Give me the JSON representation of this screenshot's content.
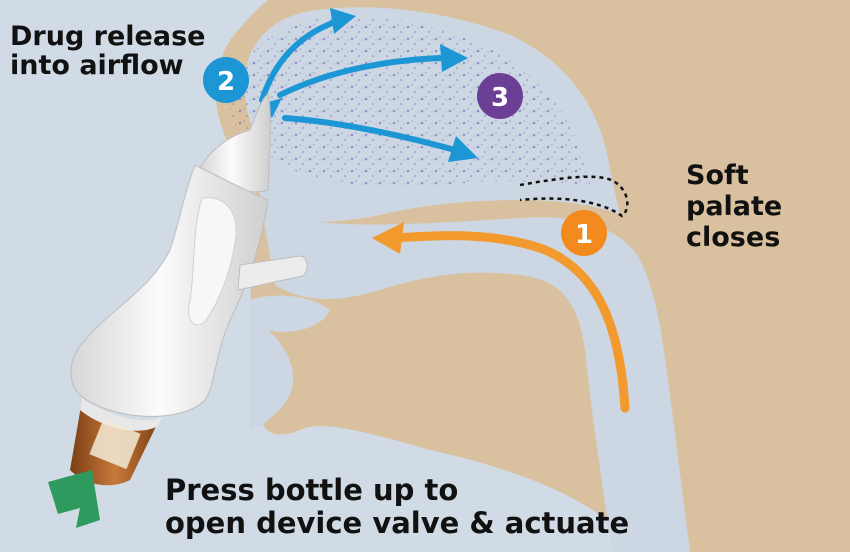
{
  "labels": {
    "drug_release": [
      "Drug release",
      "into airflow"
    ],
    "soft_palate": [
      "Soft",
      "palate",
      "closes"
    ],
    "press_bottle": [
      "Press bottle up to",
      "open device valve & actuate"
    ]
  },
  "steps": [
    {
      "number": "1",
      "color": "#f28a1e"
    },
    {
      "number": "2",
      "color": "#1c96d4"
    },
    {
      "number": "3",
      "color": "#6b3f96"
    }
  ],
  "colors": {
    "background": "#d0dbe5",
    "tissue": "#d9c1a0",
    "airway": "#ccd7e3",
    "airflow_arrow": "#f39a2e",
    "spray_arrow": "#1c96d4",
    "press_arrow": "#2e9a5e",
    "device": "#f2f2f2",
    "bottle": "#b0662c"
  },
  "icons": {
    "airflow": "curved-arrow-icon",
    "spray": "spray-arrow-icon",
    "press": "up-arrow-icon"
  }
}
